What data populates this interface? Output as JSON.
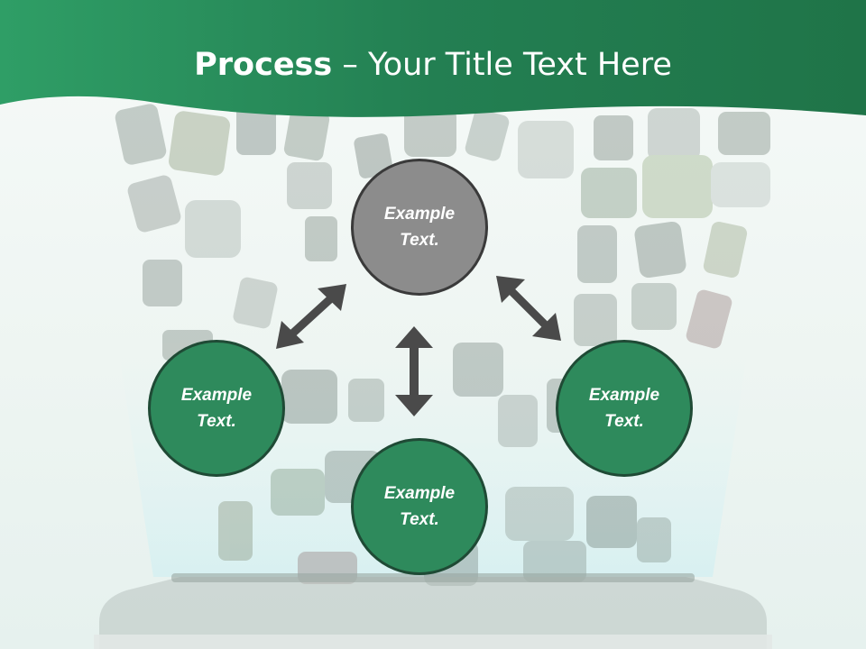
{
  "title": {
    "strong": "Process",
    "rest": " – Your Title Text Here"
  },
  "nodes": {
    "top": {
      "line1": "Example",
      "line2": "Text."
    },
    "left": {
      "line1": "Example",
      "line2": "Text."
    },
    "right": {
      "line1": "Example",
      "line2": "Text."
    },
    "bottom": {
      "line1": "Example",
      "line2": "Text."
    }
  },
  "colors": {
    "header": "#2e8a5c",
    "node_green": "#2e8a5c",
    "node_center": "#8c8c8c",
    "arrow": "#4a4a4a"
  }
}
